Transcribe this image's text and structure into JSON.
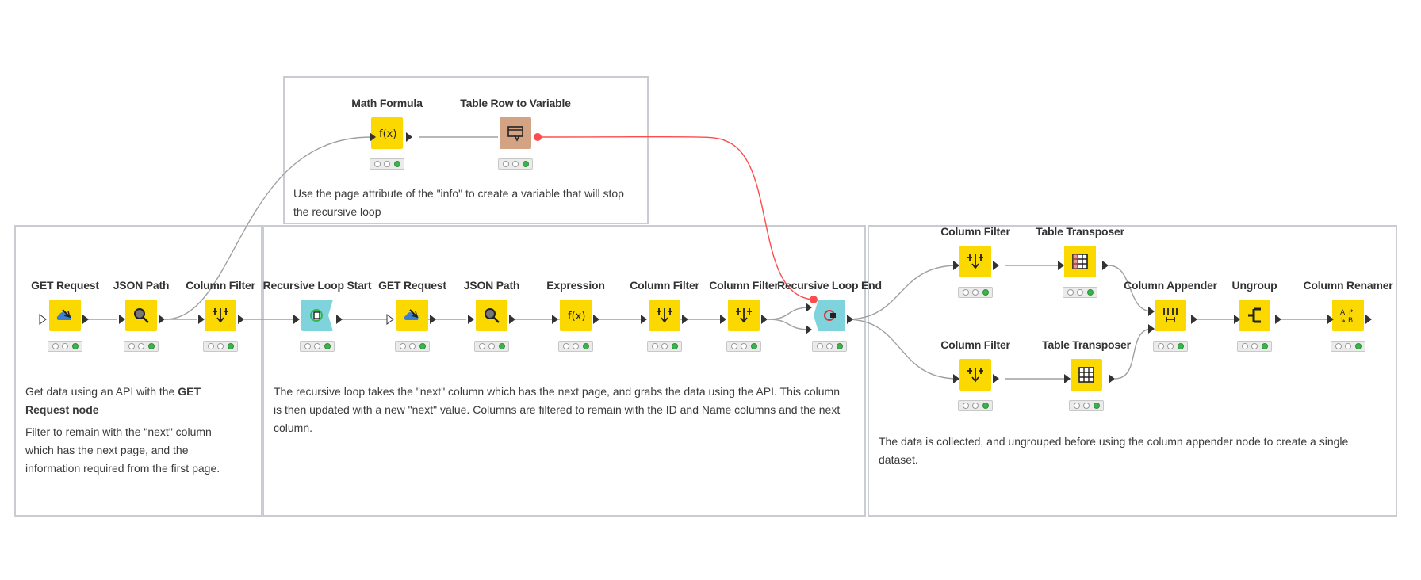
{
  "colors": {
    "node_yellow": "#fbd900",
    "loop_cyan": "#7fd3dc",
    "variable_brown": "#d4a383",
    "status_green": "#3cb44b",
    "connection_gray": "#a0a0a0",
    "variable_connection_red": "#ff4b4b"
  },
  "annotations": {
    "top": {
      "text": "Use the page attribute of the \"info\" to create a variable that will stop the recursive loop"
    },
    "first_page": {
      "line1_prefix": "Get data using an API with the ",
      "line1_bold": "GET Request node",
      "line2": "Filter to remain with the \"next\" column which has the next page, and the information required from the first page."
    },
    "loop": {
      "text": "The recursive loop takes the \"next\" column which has the next page, and grabs the data using the API. This column is then updated with a new \"next\" value. Columns are filtered to remain with the ID and Name columns and the next column."
    },
    "collect": {
      "text": "The data is collected, and ungrouped before using the column appender node to create a single dataset."
    }
  },
  "nodes": {
    "math_formula": {
      "title": "Math Formula",
      "icon": "math-formula-icon"
    },
    "table_row_to_variable": {
      "title": "Table Row to Variable",
      "icon": "table-row-to-variable-icon"
    },
    "get_request_1": {
      "title": "GET Request",
      "icon": "get-request-icon"
    },
    "json_path_1": {
      "title": "JSON Path",
      "icon": "json-path-icon"
    },
    "column_filter_1": {
      "title": "Column Filter",
      "icon": "column-filter-icon"
    },
    "recursive_loop_start": {
      "title": "Recursive Loop Start",
      "icon": "loop-start-icon"
    },
    "get_request_2": {
      "title": "GET Request",
      "icon": "get-request-icon"
    },
    "json_path_2": {
      "title": "JSON Path",
      "icon": "json-path-icon"
    },
    "expression": {
      "title": "Expression",
      "icon": "expression-icon"
    },
    "column_filter_2": {
      "title": "Column Filter",
      "icon": "column-filter-icon"
    },
    "column_filter_3": {
      "title": "Column Filter",
      "icon": "column-filter-icon"
    },
    "recursive_loop_end": {
      "title": "Recursive Loop End",
      "icon": "loop-end-icon"
    },
    "column_filter_4": {
      "title": "Column Filter",
      "icon": "column-filter-icon"
    },
    "table_transposer_1": {
      "title": "Table Transposer",
      "icon": "table-transposer-icon"
    },
    "column_filter_5": {
      "title": "Column Filter",
      "icon": "column-filter-icon"
    },
    "table_transposer_2": {
      "title": "Table Transposer",
      "icon": "table-transposer-icon"
    },
    "column_appender": {
      "title": "Column Appender",
      "icon": "column-appender-icon"
    },
    "ungroup": {
      "title": "Ungroup",
      "icon": "ungroup-icon"
    },
    "column_renamer": {
      "title": "Column Renamer",
      "icon": "column-renamer-icon"
    }
  }
}
